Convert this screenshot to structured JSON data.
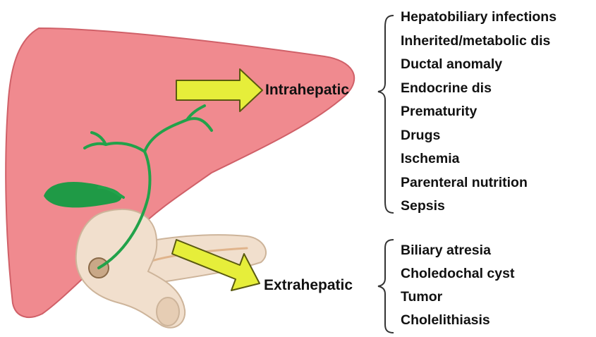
{
  "intrahepatic": {
    "label": "Intrahepatic",
    "causes": [
      "Hepatobiliary infections",
      "Inherited/metabolic dis",
      "Ductal anomaly",
      "Endocrine dis",
      "Prematurity",
      "Drugs",
      "Ischemia",
      "Parenteral nutrition",
      "Sepsis"
    ]
  },
  "extrahepatic": {
    "label": "Extrahepatic",
    "causes": [
      "Biliary atresia",
      "Choledochal cyst",
      "Tumor",
      "Cholelithiasis"
    ]
  },
  "colors": {
    "liver": "#f08a8f",
    "liver_outline": "#d06068",
    "bile_duct": "#22a24a",
    "gallbladder": "#1f9a46",
    "pancreas": "#f1dfcd",
    "pancreas_outline": "#cdb49a",
    "arrow_fill": "#e6ee3a",
    "arrow_outline": "#5a5a10"
  }
}
